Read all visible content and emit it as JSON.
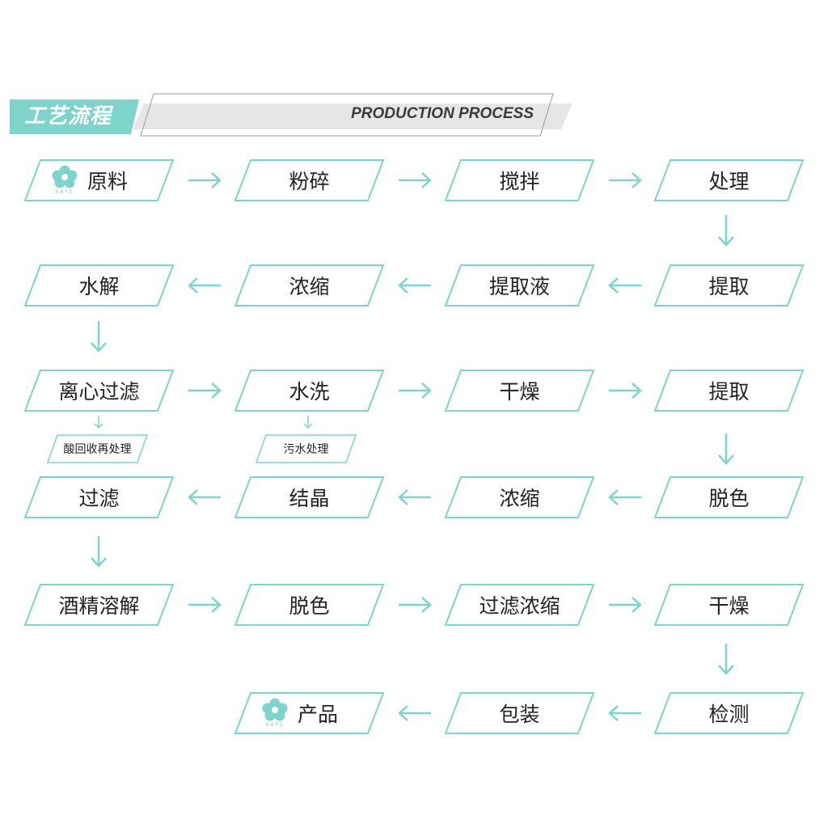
{
  "header": {
    "title_cn": "工艺流程",
    "title_en": "PRODUCTION PROCESS"
  },
  "logo": {
    "text": "XAYS"
  },
  "colors": {
    "accent": "#7ed3cb",
    "header_band": "#e6e6e6",
    "text": "#222222"
  },
  "steps": [
    {
      "label": "原料"
    },
    {
      "label": "粉碎"
    },
    {
      "label": "搅拌"
    },
    {
      "label": "处理"
    },
    {
      "label": "提取"
    },
    {
      "label": "提取液"
    },
    {
      "label": "浓缩"
    },
    {
      "label": "水解"
    },
    {
      "label": "离心过滤"
    },
    {
      "label": "水洗"
    },
    {
      "label": "干燥"
    },
    {
      "label": "提取"
    },
    {
      "label": "脱色"
    },
    {
      "label": "浓缩"
    },
    {
      "label": "结晶"
    },
    {
      "label": "过滤"
    },
    {
      "label": "酒精溶解"
    },
    {
      "label": "脱色"
    },
    {
      "label": "过滤浓缩"
    },
    {
      "label": "干燥"
    },
    {
      "label": "检测"
    },
    {
      "label": "包装"
    },
    {
      "label": "产品"
    }
  ],
  "side_steps": [
    {
      "label": "酸回收再处理"
    },
    {
      "label": "污水处理"
    }
  ]
}
